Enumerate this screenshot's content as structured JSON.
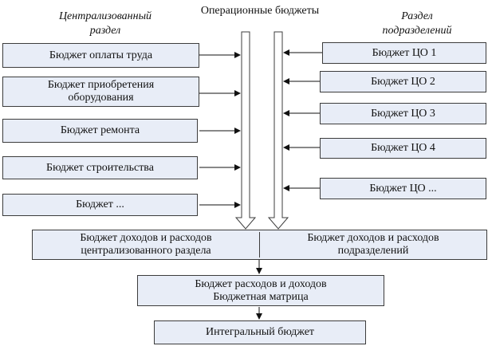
{
  "headings": {
    "center": "Операционные бюджеты",
    "left": [
      "Централизованный",
      "раздел"
    ],
    "right": [
      "Раздел",
      "подразделений"
    ]
  },
  "left_budgets": [
    {
      "label": [
        "Бюджет оплаты труда"
      ]
    },
    {
      "label": [
        "Бюджет приобретения",
        "оборудования"
      ]
    },
    {
      "label": [
        "Бюджет ремонта"
      ]
    },
    {
      "label": [
        "Бюджет строительства"
      ]
    },
    {
      "label": [
        "Бюджет  ..."
      ]
    }
  ],
  "right_budgets": [
    {
      "label": [
        "Бюджет ЦО 1"
      ]
    },
    {
      "label": [
        "Бюджет ЦО 2"
      ]
    },
    {
      "label": [
        "Бюджет ЦО 3"
      ]
    },
    {
      "label": [
        "Бюджет ЦО 4"
      ]
    },
    {
      "label": [
        "Бюджет ЦО ..."
      ]
    }
  ],
  "summary": {
    "centralized": [
      "Бюджет доходов и расходов",
      "централизованного раздела"
    ],
    "departments": [
      "Бюджет доходов и расходов",
      "подразделений"
    ]
  },
  "matrix": [
    "Бюджет расходов и доходов",
    "Бюджетная матрица"
  ],
  "integral": [
    "Интегральный  бюджет"
  ],
  "colors": {
    "box_fill": "#e8edf7",
    "line": "#3c3c3c"
  }
}
